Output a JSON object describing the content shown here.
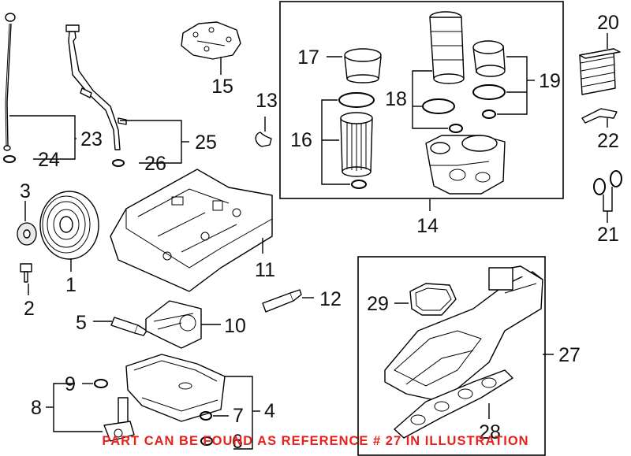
{
  "diagram": {
    "callouts": {
      "n1": "1",
      "n2": "2",
      "n3": "3",
      "n4": "4",
      "n5": "5",
      "n6": "6",
      "n7": "7",
      "n8": "8",
      "n9": "9",
      "n10": "10",
      "n11": "11",
      "n12": "12",
      "n13": "13",
      "n14": "14",
      "n15": "15",
      "n16": "16",
      "n17": "17",
      "n18": "18",
      "n19": "19",
      "n20": "20",
      "n21": "21",
      "n22": "22",
      "n23": "23",
      "n24": "24",
      "n25": "25",
      "n26": "26",
      "n27": "27",
      "n28": "28",
      "n29": "29"
    },
    "notice": "PART CAN BE FOUND AS REFERENCE # 27 IN ILLUSTRATION",
    "colors": {
      "line": "#000000",
      "notice": "#e8211b",
      "background": "#ffffff"
    }
  }
}
